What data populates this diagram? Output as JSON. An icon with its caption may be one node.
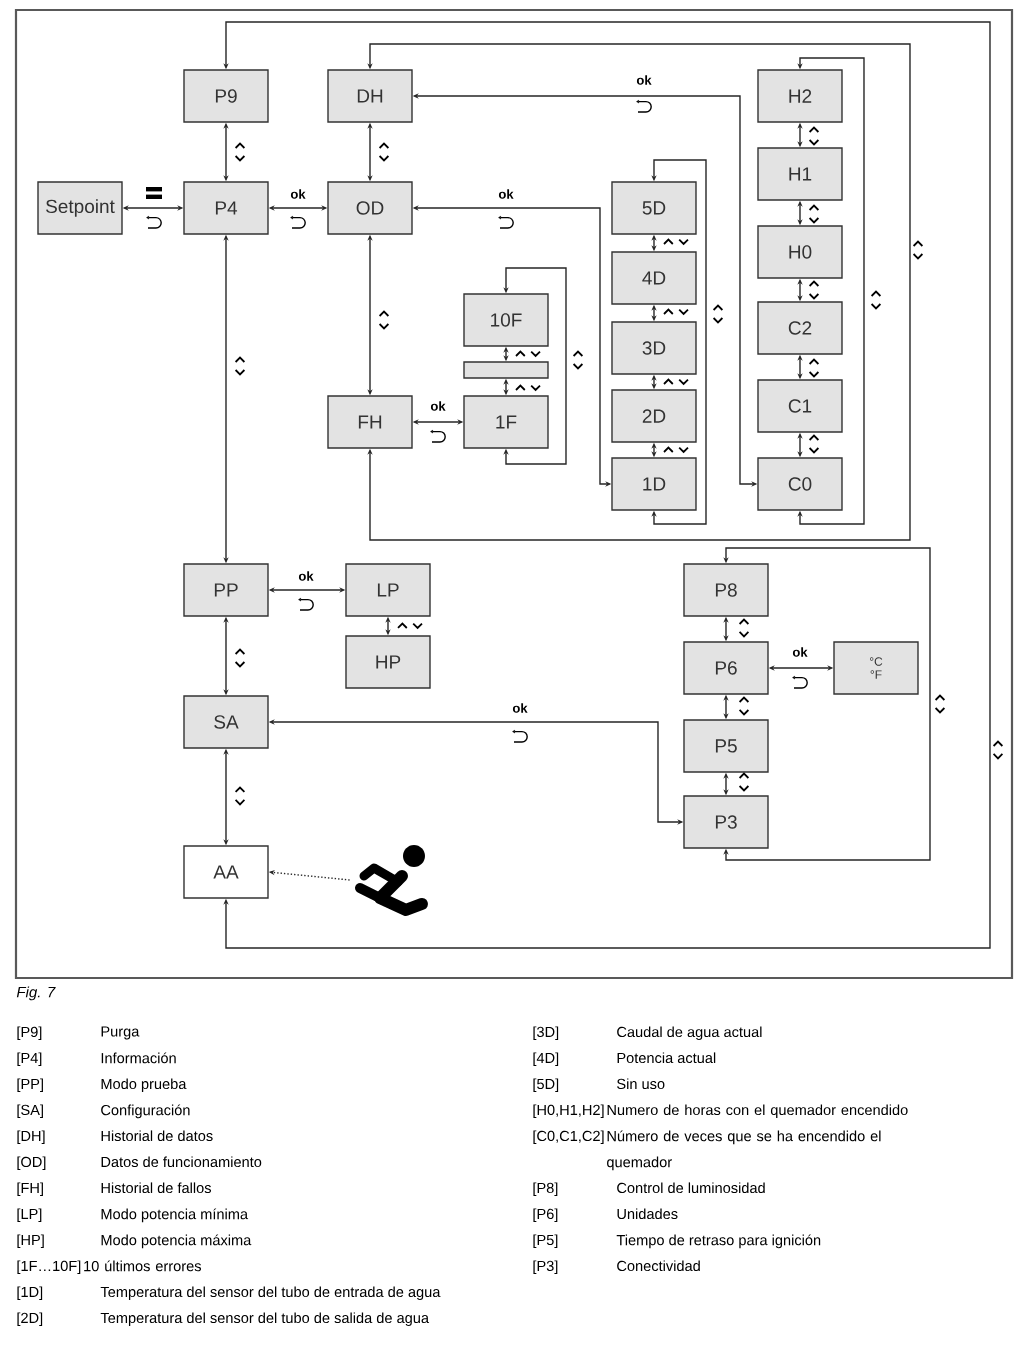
{
  "diagram": {
    "caption": "Fig. 7",
    "nodes": [
      {
        "text": [
          "P9"
        ]
      },
      {
        "text": [
          "DH"
        ]
      },
      {
        "text": [
          "Setpoint"
        ]
      },
      {
        "text": [
          "P4"
        ]
      },
      {
        "text": [
          "OD"
        ]
      },
      {
        "text": [
          "10F"
        ]
      },
      {
        "text": [],
        "shape": "bar"
      },
      {
        "text": [
          "FH"
        ]
      },
      {
        "text": [
          "1F"
        ]
      },
      {
        "text": [
          "5D"
        ]
      },
      {
        "text": [
          "4D"
        ]
      },
      {
        "text": [
          "3D"
        ]
      },
      {
        "text": [
          "2D"
        ]
      },
      {
        "text": [
          "1D"
        ]
      },
      {
        "text": [
          "H2"
        ]
      },
      {
        "text": [
          "H1"
        ]
      },
      {
        "text": [
          "H0"
        ]
      },
      {
        "text": [
          "C2"
        ]
      },
      {
        "text": [
          "C1"
        ]
      },
      {
        "text": [
          "C0"
        ]
      },
      {
        "text": [
          "PP"
        ]
      },
      {
        "text": [
          "LP"
        ]
      },
      {
        "text": [
          "HP"
        ]
      },
      {
        "text": [
          "P8"
        ]
      },
      {
        "text": [
          "P6"
        ]
      },
      {
        "text": [
          "°C °F"
        ]
      },
      {
        "text": [
          "SA"
        ]
      },
      {
        "text": [
          "P5"
        ]
      },
      {
        "text": [
          "P3"
        ]
      },
      {
        "text": [
          "AA"
        ]
      },
      {
        "text": [],
        "shape": "person"
      }
    ],
    "edges": [
      {
        "from": 0,
        "to": 3,
        "arrow": "both"
      },
      {
        "from": 2,
        "to": 3,
        "arrow": "both"
      },
      {
        "from": 3,
        "to": 4,
        "arrow": "both",
        "label": "ok"
      },
      {
        "from": 1,
        "to": 4,
        "arrow": "both"
      },
      {
        "from": 4,
        "to": 7,
        "arrow": "both"
      },
      {
        "from": 7,
        "to": 8,
        "arrow": "both",
        "label": "ok"
      },
      {
        "from": 5,
        "to": 6,
        "arrow": "both"
      },
      {
        "from": 6,
        "to": 8,
        "arrow": "both"
      },
      {
        "from": 8,
        "to": 5,
        "arrow": "both"
      },
      {
        "from": 4,
        "to": 13,
        "arrow": "both",
        "label": "ok"
      },
      {
        "from": 9,
        "to": 10,
        "arrow": "both"
      },
      {
        "from": 10,
        "to": 11,
        "arrow": "both"
      },
      {
        "from": 11,
        "to": 12,
        "arrow": "both"
      },
      {
        "from": 12,
        "to": 13,
        "arrow": "both"
      },
      {
        "from": 13,
        "to": 9,
        "arrow": "both"
      },
      {
        "from": 1,
        "to": 19,
        "arrow": "both",
        "label": "ok"
      },
      {
        "from": 14,
        "to": 15,
        "arrow": "both"
      },
      {
        "from": 15,
        "to": 16,
        "arrow": "both"
      },
      {
        "from": 16,
        "to": 17,
        "arrow": "both"
      },
      {
        "from": 17,
        "to": 18,
        "arrow": "both"
      },
      {
        "from": 18,
        "to": 19,
        "arrow": "both"
      },
      {
        "from": 19,
        "to": 14,
        "arrow": "both"
      },
      {
        "from": 7,
        "to": 1,
        "arrow": "both"
      },
      {
        "from": 3,
        "to": 20,
        "arrow": "both"
      },
      {
        "from": 29,
        "to": 0,
        "arrow": "both"
      },
      {
        "from": 20,
        "to": 21,
        "arrow": "both",
        "label": "ok"
      },
      {
        "from": 21,
        "to": 22,
        "arrow": "both"
      },
      {
        "from": 20,
        "to": 26,
        "arrow": "both"
      },
      {
        "from": 26,
        "to": 29,
        "arrow": "both"
      },
      {
        "from": 26,
        "to": 28,
        "arrow": "both",
        "label": "ok"
      },
      {
        "from": 23,
        "to": 24,
        "arrow": "both"
      },
      {
        "from": 24,
        "to": 27,
        "arrow": "both"
      },
      {
        "from": 27,
        "to": 28,
        "arrow": "both"
      },
      {
        "from": 24,
        "to": 25,
        "arrow": "both",
        "label": "ok"
      },
      {
        "from": 28,
        "to": 23,
        "arrow": "both"
      },
      {
        "from": 30,
        "to": 29,
        "arrow": "to",
        "style": "dashed"
      }
    ],
    "labels": [
      "[P9]",
      "Purga",
      "[P4]",
      "Información",
      "[PP]",
      "Modo prueba",
      "[SA]",
      "Configuración",
      "[DH]",
      "Historial de datos",
      "[OD]",
      "Datos de funcionamiento",
      "[FH]",
      "Historial de fallos",
      "[LP]",
      "Modo potencia mínima",
      "[HP]",
      "Modo potencia máxima",
      "[1F…10F]",
      "10 últimos errores",
      "[1D]",
      "Temperatura del sensor del tubo de entrada de agua",
      "[2D]",
      "Temperatura del sensor del tubo de salida de agua",
      "[3D]",
      "Caudal de agua actual",
      "[4D]",
      "Potencia actual",
      "[5D]",
      "Sin uso",
      "[H0,H1,H2]",
      "Numero de horas con el quemador encendido",
      "[C0,C1,C2]",
      "Número de veces que se ha encendido el quemador",
      "[P8]",
      "Control de luminosidad",
      "[P6]",
      "Unidades",
      "[P5]",
      "Tiempo de retraso para ignición",
      "[P3]",
      "Conectividad"
    ]
  }
}
